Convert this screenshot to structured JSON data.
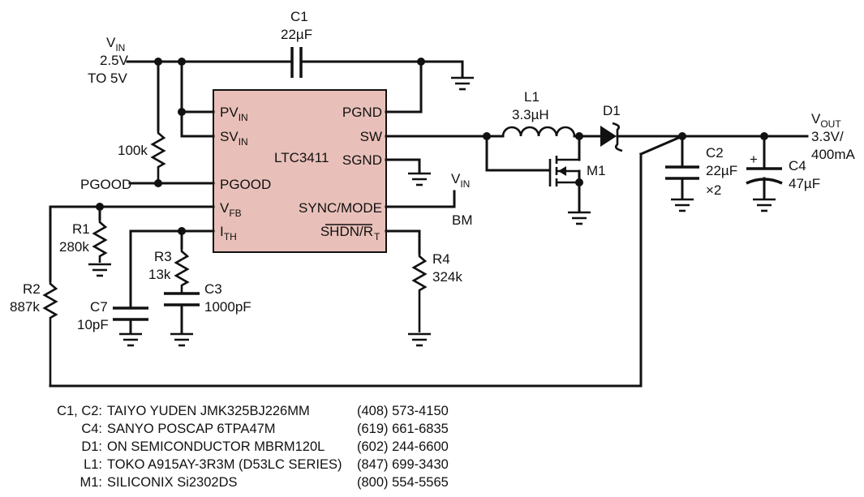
{
  "chip": {
    "name": "LTC3411",
    "fill": "#e9c0b9"
  },
  "pins": {
    "pvin": "PV",
    "pvin_sub": "IN",
    "svin": "SV",
    "svin_sub": "IN",
    "pgood": "PGOOD",
    "vfb": "V",
    "vfb_sub": "FB",
    "ith": "I",
    "ith_sub": "TH",
    "pgnd": "PGND",
    "sw": "SW",
    "sgnd": "SGND",
    "sync": "SYNC/MODE",
    "shdn": "SHDN/R",
    "shdn_sub": "T"
  },
  "labels": {
    "vin": "V",
    "vin_sub": "IN",
    "vin_range1": "2.5V",
    "vin_range2": "TO 5V",
    "c1": "C1",
    "c1_val": "22µF",
    "r_pull": "100k",
    "pgood_net": "PGOOD",
    "l1": "L1",
    "l1_val": "3.3µH",
    "d1": "D1",
    "m1": "M1",
    "vout": "V",
    "vout_sub": "OUT",
    "vout_val1": "3.3V/",
    "vout_val2": "400mA",
    "c2": "C2",
    "c2_val": "22µF",
    "c2_mult": "×2",
    "c4_plus": "+",
    "c4": "C4",
    "c4_val": "47µF",
    "sync_vin": "V",
    "sync_vin_sub": "IN",
    "sync_bm": "BM",
    "r1": "R1",
    "r1_val": "280k",
    "r2": "R2",
    "r2_val": "887k",
    "r3": "R3",
    "r3_val": "13k",
    "c3": "C3",
    "c3_val": "1000pF",
    "c7": "C7",
    "c7_val": "10pF",
    "r4": "R4",
    "r4_val": "324k"
  },
  "bom": [
    {
      "ref": "C1, C2:",
      "part": "TAIYO YUDEN JMK325BJ226MM",
      "phone": "(408) 573-4150"
    },
    {
      "ref": "C4:",
      "part": "SANYO POSCAP 6TPA47M",
      "phone": "(619) 661-6835"
    },
    {
      "ref": "D1:",
      "part": "ON SEMICONDUCTOR MBRM120L",
      "phone": "(602) 244-6600"
    },
    {
      "ref": "L1:",
      "part": "TOKO A915AY-3R3M (D53LC SERIES)",
      "phone": "(847) 699-3430"
    },
    {
      "ref": "M1:",
      "part": "SILICONIX Si2302DS",
      "phone": "(800) 554-5565"
    }
  ]
}
